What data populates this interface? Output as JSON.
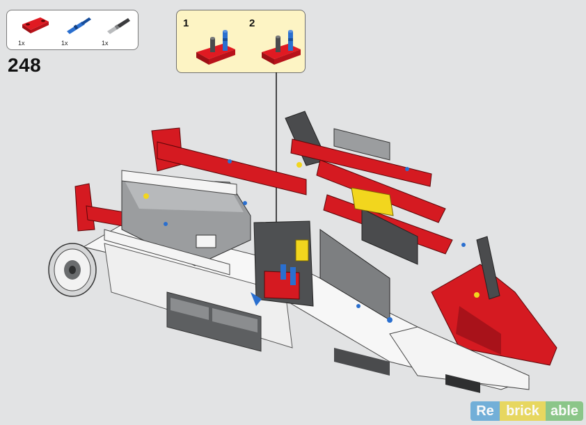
{
  "parts_list": [
    {
      "icon": "red-beam-part-icon",
      "qty": "1x"
    },
    {
      "icon": "blue-axle-pin-part-icon",
      "qty": "1x"
    },
    {
      "icon": "gray-axle-pin-part-icon",
      "qty": "1x"
    }
  ],
  "step_number": "248",
  "callout": {
    "substeps": [
      {
        "label": "1",
        "icon": "sub-assembly-stage-1-icon"
      },
      {
        "label": "2",
        "icon": "sub-assembly-stage-2-icon"
      }
    ]
  },
  "watermark": {
    "part1": "Re",
    "part2": "brick",
    "part3": "able"
  },
  "colors": {
    "background": "#e2e3e4",
    "callout_bg": "#fdf4c4",
    "lego_red": "#d0151b",
    "lego_blue": "#1f5fb4",
    "lego_gray": "#9a9c9e",
    "lego_dark_gray": "#585a5c",
    "lego_yellow": "#f2d61e"
  }
}
